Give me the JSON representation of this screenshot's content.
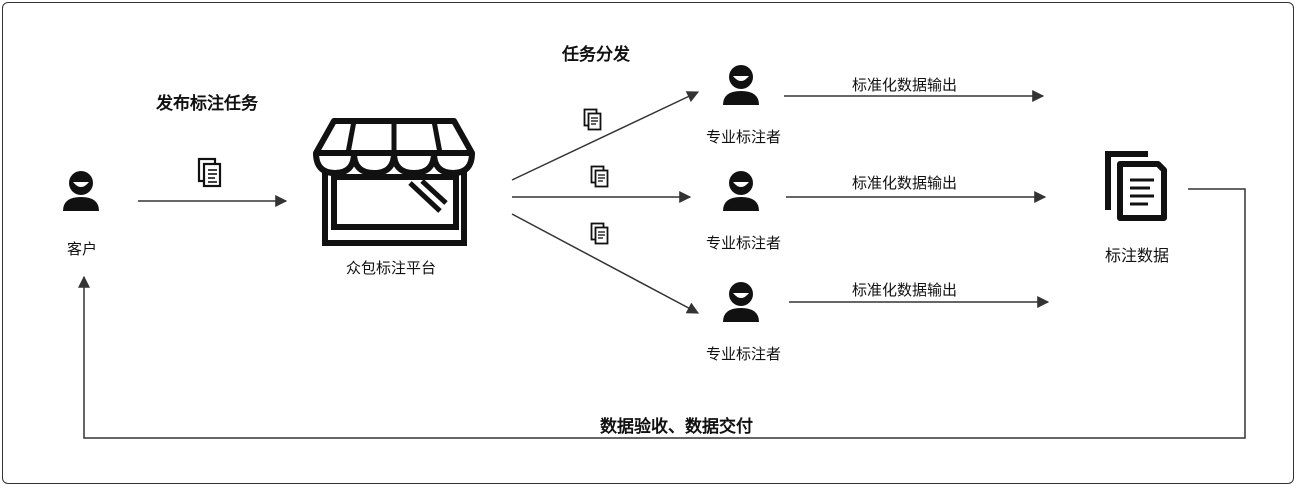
{
  "title_publish": "发布标注任务",
  "title_distribute": "任务分发",
  "title_feedback": "数据验收、数据交付",
  "customer_label": "客户",
  "platform_label": "众包标注平台",
  "annotators": [
    {
      "label": "专业标注者",
      "output": "标准化数据输出"
    },
    {
      "label": "专业标注者",
      "output": "标准化数据输出"
    },
    {
      "label": "专业标注者",
      "output": "标准化数据输出"
    }
  ],
  "result_label": "标注数据",
  "icons": {
    "person": "person-icon",
    "document": "document-icon",
    "shop": "storefront-icon",
    "data": "data-files-icon"
  }
}
